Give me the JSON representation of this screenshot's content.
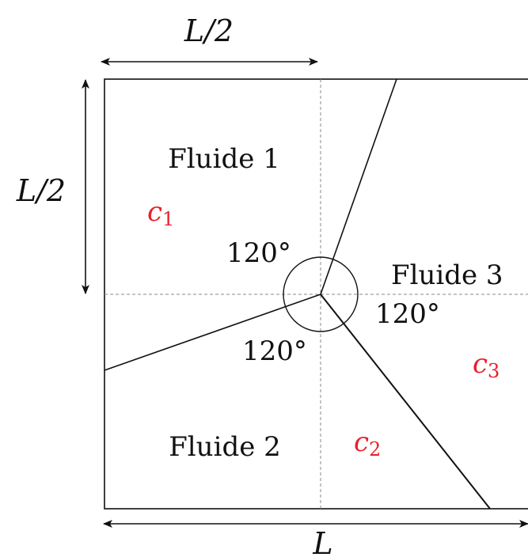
{
  "labels": {
    "top_dim": "L/2",
    "left_dim": "L/2",
    "bottom_dim": "L",
    "fluid1": "Fluide 1",
    "fluid2": "Fluide 2",
    "fluid3": "Fluide 3",
    "angle_top": "120°",
    "angle_right": "120°",
    "angle_bottom": "120°"
  },
  "concentrations": {
    "c1": {
      "base": "c",
      "sub": "1"
    },
    "c2": {
      "base": "c",
      "sub": "2"
    },
    "c3": {
      "base": "c",
      "sub": "3"
    }
  },
  "colors": {
    "line": "#111111",
    "dashed": "#888888",
    "concentration": "#e8202a"
  },
  "junction_angles_deg": [
    120,
    120,
    120
  ]
}
